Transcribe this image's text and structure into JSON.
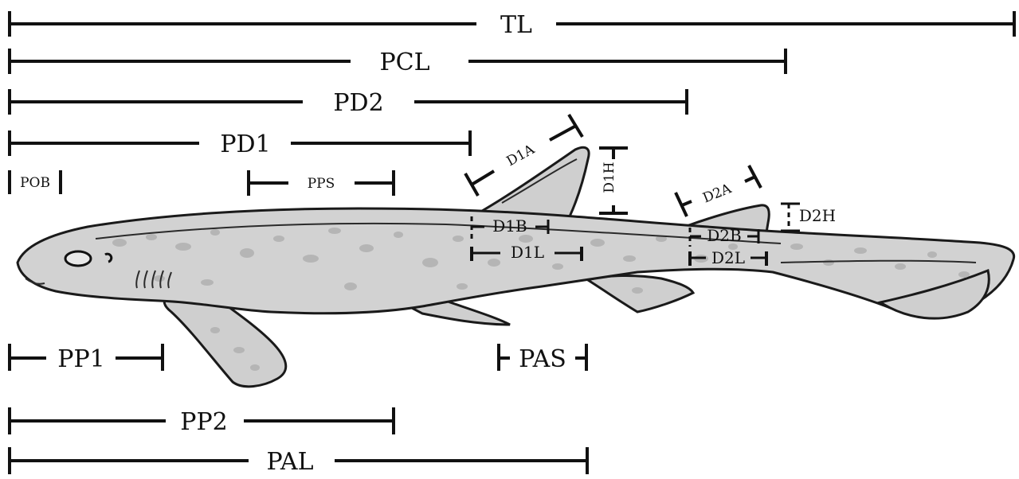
{
  "diagram": {
    "measurements": {
      "TL": "TL",
      "PCL": "PCL",
      "PD2": "PD2",
      "PD1": "PD1",
      "POB": "POB",
      "PPS": "PPS",
      "D1A": "D1A",
      "D1H": "D1H",
      "D1B": "D1B",
      "D1L": "D1L",
      "D2A": "D2A",
      "D2H": "D2H",
      "D2B": "D2B",
      "D2L": "D2L",
      "PP1": "PP1",
      "PAS": "PAS",
      "PP2": "PP2",
      "PAL": "PAL"
    }
  }
}
